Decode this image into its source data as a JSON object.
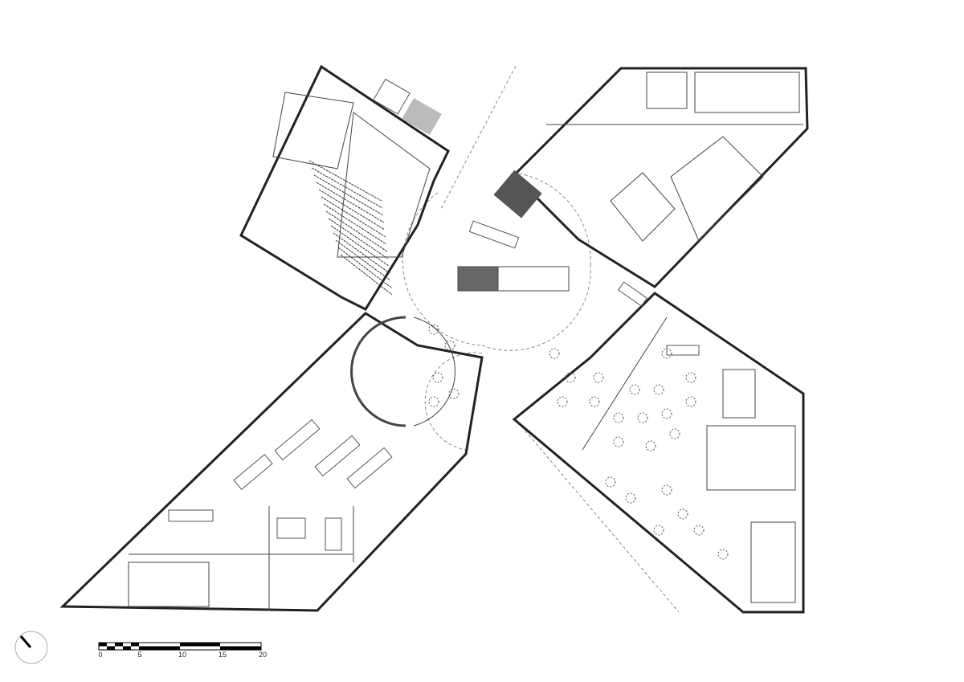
{
  "scale_bar": {
    "unit_labels": [
      "0",
      "5",
      "10",
      "15",
      "20"
    ]
  },
  "north_arrow": {
    "icon": "north-arrow-icon"
  },
  "colors": {
    "wall": "#222222",
    "line": "#555555",
    "dash": "#888888"
  }
}
